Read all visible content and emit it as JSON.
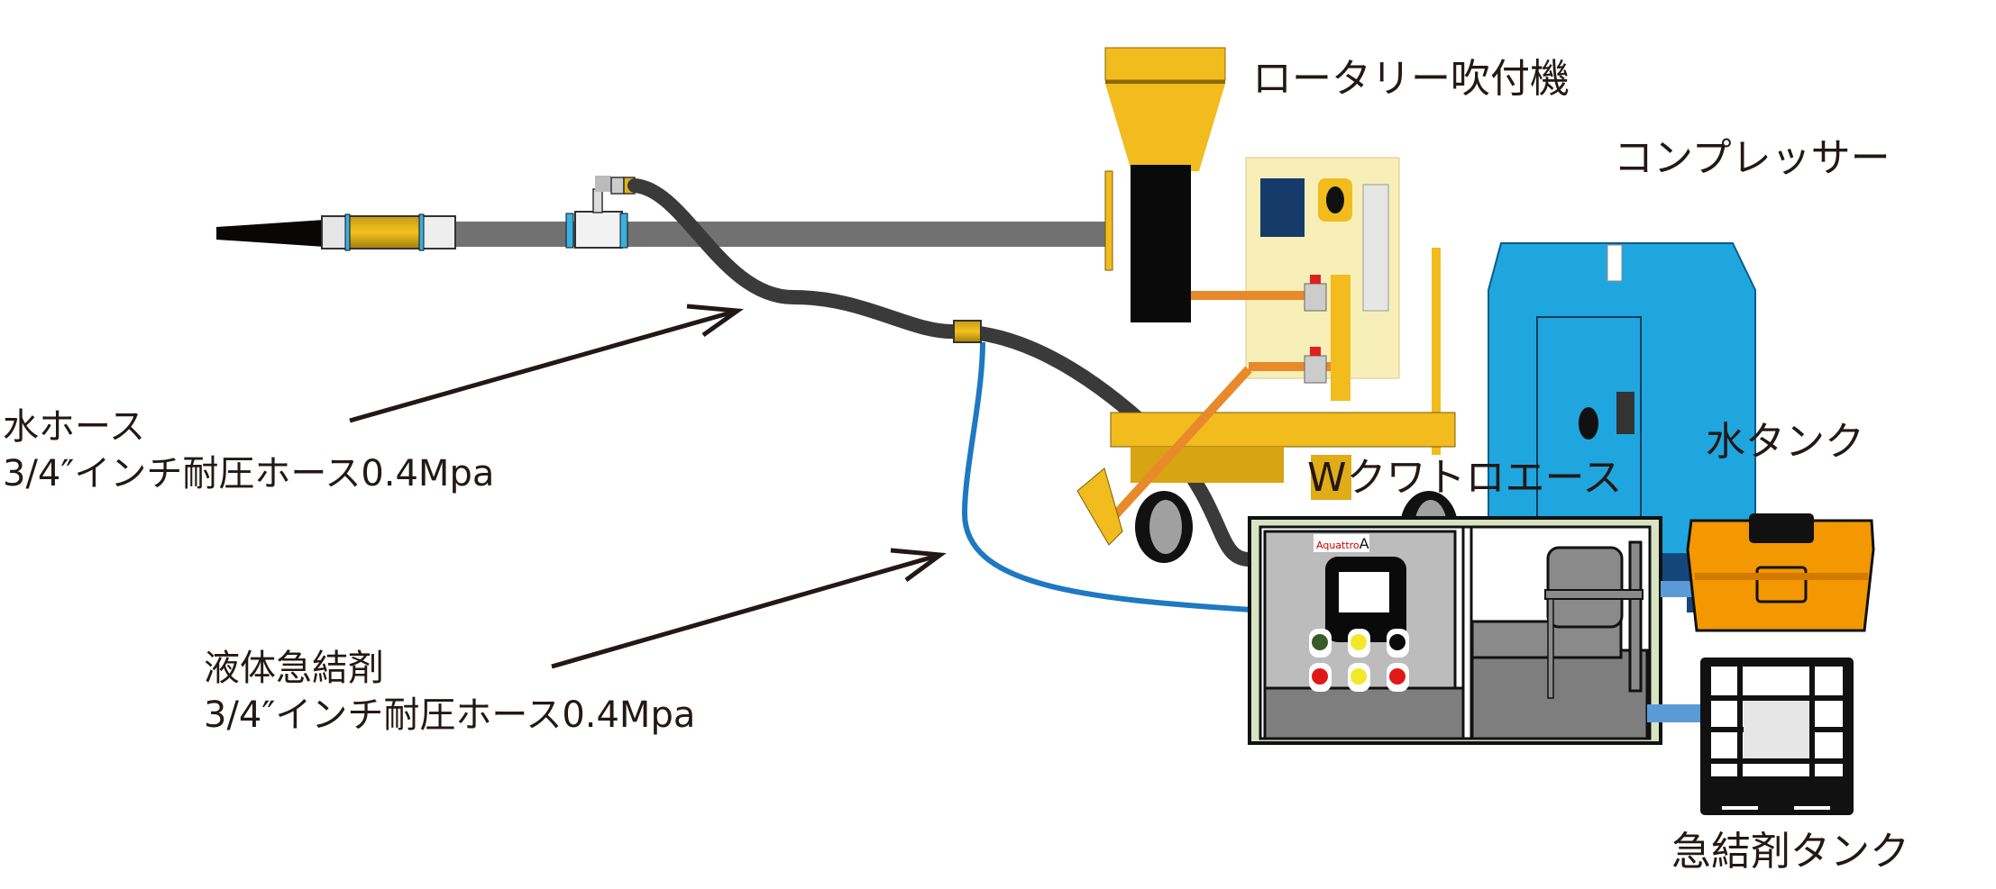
{
  "labels": {
    "rotary_sprayer": "ロータリー吹付機",
    "compressor": "コンプレッサー",
    "water_hose_title": "水ホース",
    "water_hose_spec": "3/4″インチ耐圧ホース0.4Mpa",
    "accelerator_hose_title": "液体急結剤",
    "accelerator_hose_spec": "3/4″インチ耐圧ホース0.4Mpa",
    "w_quattro_ace": "Wクワトロエース",
    "water_tank": "水タンク",
    "accelerator_tank": "急結剤タンク",
    "panel_logo": "Aquattro",
    "panel_logo_mark": "A"
  },
  "colors": {
    "yellow": "#f2bb1e",
    "hose_gray": "#727171",
    "hose_black": "#3a3a3a",
    "hose_blue": "#1e78c2",
    "compressor_blue": "#1fa6de",
    "tank_orange": "#f39800",
    "text": "#231815"
  },
  "panel_lamps": [
    "green",
    "yellow",
    "black",
    "red",
    "yellow",
    "red"
  ]
}
